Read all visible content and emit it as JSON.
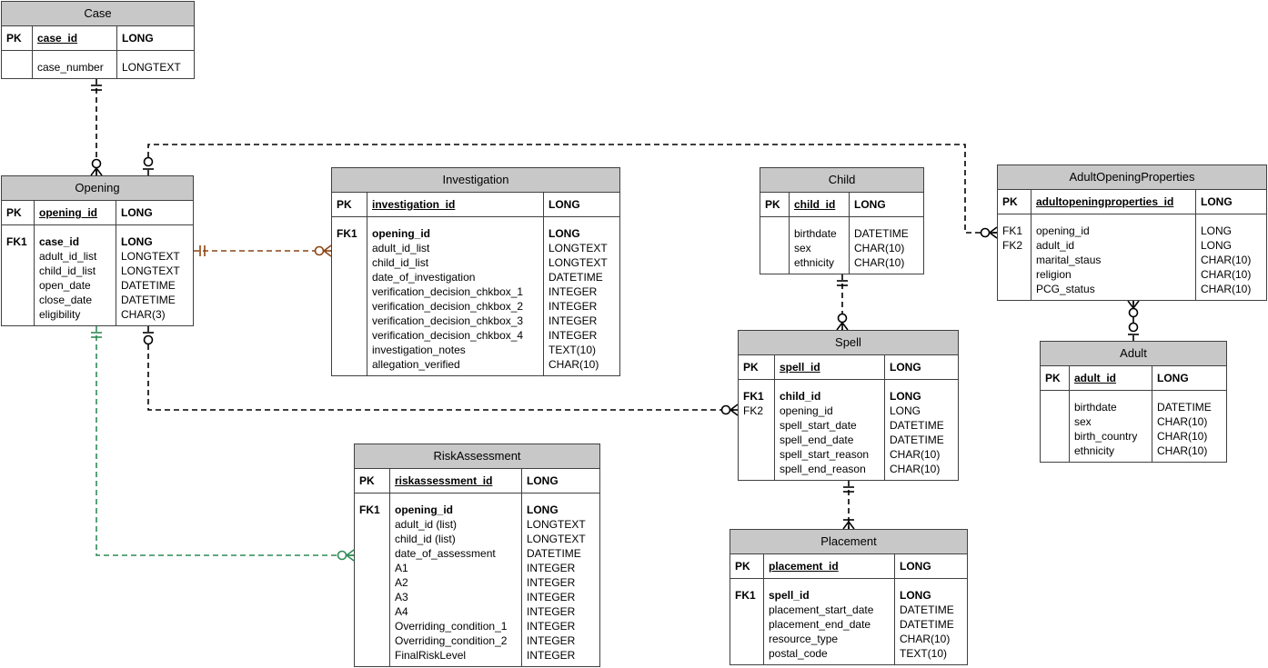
{
  "entities": [
    {
      "id": "case",
      "title": "Case",
      "pk_label": "PK",
      "pk_name": "case_id",
      "pk_type": "LONG",
      "fk_labels": [],
      "columns": [
        {
          "name": "case_number",
          "type": "LONGTEXT"
        }
      ]
    },
    {
      "id": "opening",
      "title": "Opening",
      "pk_label": "PK",
      "pk_name": "opening_id",
      "pk_type": "LONG",
      "fk_labels": [
        "FK1"
      ],
      "columns": [
        {
          "name": "case_id",
          "type": "LONG",
          "bold": true
        },
        {
          "name": "adult_id_list",
          "type": "LONGTEXT"
        },
        {
          "name": "child_id_list",
          "type": "LONGTEXT"
        },
        {
          "name": "open_date",
          "type": "DATETIME"
        },
        {
          "name": "close_date",
          "type": "DATETIME"
        },
        {
          "name": "eligibility",
          "type": "CHAR(3)"
        }
      ]
    },
    {
      "id": "investigation",
      "title": "Investigation",
      "pk_label": "PK",
      "pk_name": "investigation_id",
      "pk_type": "LONG",
      "fk_labels": [
        "FK1"
      ],
      "columns": [
        {
          "name": "opening_id",
          "type": "LONG",
          "bold": true
        },
        {
          "name": "adult_id_list",
          "type": "LONGTEXT"
        },
        {
          "name": "child_id_list",
          "type": "LONGTEXT"
        },
        {
          "name": "date_of_investigation",
          "type": "DATETIME"
        },
        {
          "name": "verification_decision_chkbox_1",
          "type": "INTEGER"
        },
        {
          "name": "verification_decision_chkbox_2",
          "type": "INTEGER"
        },
        {
          "name": "verification_decision_chkbox_3",
          "type": "INTEGER"
        },
        {
          "name": "verification_decision_chkbox_4",
          "type": "INTEGER"
        },
        {
          "name": "investigation_notes",
          "type": "TEXT(10)"
        },
        {
          "name": "allegation_verified",
          "type": "CHAR(10)"
        }
      ]
    },
    {
      "id": "child",
      "title": "Child",
      "pk_label": "PK",
      "pk_name": "child_id",
      "pk_type": "LONG",
      "fk_labels": [],
      "columns": [
        {
          "name": "birthdate",
          "type": "DATETIME"
        },
        {
          "name": "sex",
          "type": "CHAR(10)"
        },
        {
          "name": "ethnicity",
          "type": "CHAR(10)"
        }
      ]
    },
    {
      "id": "aop",
      "title": "AdultOpeningProperties",
      "pk_label": "PK",
      "pk_name": "adultopeningproperties_id",
      "pk_type": "LONG",
      "fk_labels": [
        "FK1",
        "FK2"
      ],
      "columns": [
        {
          "name": "opening_id",
          "type": "LONG"
        },
        {
          "name": "adult_id",
          "type": "LONG"
        },
        {
          "name": "marital_staus",
          "type": "CHAR(10)"
        },
        {
          "name": "religion",
          "type": "CHAR(10)"
        },
        {
          "name": "PCG_status",
          "type": "CHAR(10)"
        }
      ]
    },
    {
      "id": "spell",
      "title": "Spell",
      "pk_label": "PK",
      "pk_name": "spell_id",
      "pk_type": "LONG",
      "fk_labels": [
        "FK1",
        "FK2"
      ],
      "columns": [
        {
          "name": "child_id",
          "type": "LONG",
          "bold": true
        },
        {
          "name": "opening_id",
          "type": "LONG"
        },
        {
          "name": "spell_start_date",
          "type": "DATETIME"
        },
        {
          "name": "spell_end_date",
          "type": "DATETIME"
        },
        {
          "name": "spell_start_reason",
          "type": "CHAR(10)"
        },
        {
          "name": "spell_end_reason",
          "type": "CHAR(10)"
        }
      ]
    },
    {
      "id": "adult",
      "title": "Adult",
      "pk_label": "PK",
      "pk_name": "adult_id",
      "pk_type": "LONG",
      "fk_labels": [],
      "columns": [
        {
          "name": "birthdate",
          "type": "DATETIME"
        },
        {
          "name": "sex",
          "type": "CHAR(10)"
        },
        {
          "name": "birth_country",
          "type": "CHAR(10)"
        },
        {
          "name": "ethnicity",
          "type": "CHAR(10)"
        }
      ]
    },
    {
      "id": "risk",
      "title": "RiskAssessment",
      "pk_label": "PK",
      "pk_name": "riskassessment_id",
      "pk_type": "LONG",
      "fk_labels": [
        "FK1"
      ],
      "columns": [
        {
          "name": "opening_id",
          "type": "LONG",
          "bold": true
        },
        {
          "name": "adult_id (list)",
          "type": "LONGTEXT"
        },
        {
          "name": "child_id (list)",
          "type": "LONGTEXT"
        },
        {
          "name": "date_of_assessment",
          "type": "DATETIME"
        },
        {
          "name": "A1",
          "type": "INTEGER"
        },
        {
          "name": "A2",
          "type": "INTEGER"
        },
        {
          "name": "A3",
          "type": "INTEGER"
        },
        {
          "name": "A4",
          "type": "INTEGER"
        },
        {
          "name": "Overriding_condition_1",
          "type": "INTEGER"
        },
        {
          "name": "Overriding_condition_2",
          "type": "INTEGER"
        },
        {
          "name": "FinalRiskLevel",
          "type": "INTEGER"
        }
      ]
    },
    {
      "id": "placement",
      "title": "Placement",
      "pk_label": "PK",
      "pk_name": "placement_id",
      "pk_type": "LONG",
      "fk_labels": [
        "FK1"
      ],
      "columns": [
        {
          "name": "spell_id",
          "type": "LONG",
          "bold": true
        },
        {
          "name": "placement_start_date",
          "type": "DATETIME"
        },
        {
          "name": "placement_end_date",
          "type": "DATETIME"
        },
        {
          "name": "resource_type",
          "type": "CHAR(10)"
        },
        {
          "name": "postal_code",
          "type": "TEXT(10)"
        }
      ]
    }
  ],
  "relationships": [
    {
      "from": "case",
      "to": "opening",
      "from_end": "one-and-only-one",
      "to_end": "zero-or-many",
      "color": "#000000"
    },
    {
      "from": "opening",
      "to": "aop",
      "from_end": "zero-or-one",
      "to_end": "zero-or-many",
      "color": "#000000"
    },
    {
      "from": "opening",
      "to": "investigation",
      "from_end": "one-and-only-one",
      "to_end": "zero-or-many",
      "color": "#8b4513"
    },
    {
      "from": "opening",
      "to": "spell",
      "from_end": "zero-or-one",
      "to_end": "zero-or-many",
      "color": "#000000"
    },
    {
      "from": "opening",
      "to": "risk",
      "from_end": "one-and-only-one",
      "to_end": "zero-or-many",
      "color": "#2e8b57"
    },
    {
      "from": "child",
      "to": "spell",
      "from_end": "one-and-only-one",
      "to_end": "zero-or-many",
      "color": "#000000"
    },
    {
      "from": "spell",
      "to": "placement",
      "from_end": "one-and-only-one",
      "to_end": "one-or-many",
      "color": "#000000"
    },
    {
      "from": "adult",
      "to": "aop",
      "from_end": "zero-or-one",
      "to_end": "zero-or-many",
      "color": "#000000"
    }
  ]
}
